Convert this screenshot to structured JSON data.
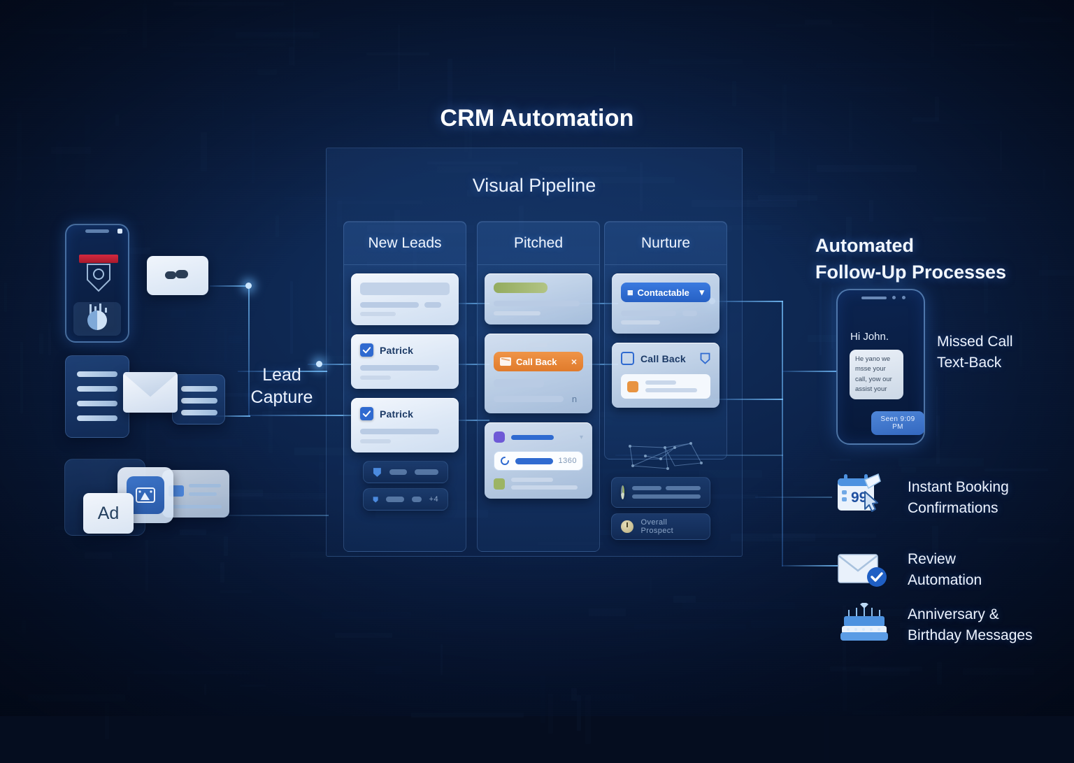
{
  "header": {
    "title": "CRM Automation"
  },
  "pipeline": {
    "subtitle": "Visual Pipeline",
    "columns": [
      {
        "name": "New Leads",
        "cards": [
          {
            "type": "placeholder"
          },
          {
            "type": "checkbox-name",
            "checked": true,
            "name": "Patrick"
          },
          {
            "type": "checkbox-name",
            "checked": true,
            "name": "Patrick"
          },
          {
            "type": "dark-row"
          },
          {
            "type": "dark-row",
            "meta": "+4"
          }
        ]
      },
      {
        "name": "Pitched",
        "cards": [
          {
            "type": "tag-green"
          },
          {
            "type": "tag-pill",
            "pill_label": "Call Back",
            "pill_color": "#e07b2c",
            "close": "×"
          },
          {
            "type": "progress",
            "progress_value": "1360"
          }
        ]
      },
      {
        "name": "Nurture",
        "cards": [
          {
            "type": "header-pill",
            "pill_label": "Contactable",
            "pill_color": "#2660c4"
          },
          {
            "type": "checkbox-name",
            "checked": false,
            "name": "Call Back"
          }
        ],
        "extra_rows": [
          {
            "icon": "pie-chart-icon"
          },
          {
            "icon": "clock-icon",
            "label": "Overall Prospect"
          }
        ]
      }
    ]
  },
  "lead_capture": {
    "label": "Lead\nCapture",
    "line1": "Lead",
    "line2": "Capture"
  },
  "sources": [
    {
      "name": "mobile-app-source",
      "icon": "shield-badge-icon"
    },
    {
      "name": "chat-source",
      "icon": "chat-bubble-icon"
    },
    {
      "name": "web-form-source",
      "icon": "form-icon"
    },
    {
      "name": "email-source",
      "icon": "envelope-icon"
    },
    {
      "name": "ads-source",
      "icon": "image-icon",
      "label": "Ad"
    }
  ],
  "followups": {
    "heading_line1": "Automated",
    "heading_line2": "Follow-Up Processes",
    "items": [
      {
        "icon": "smartphone-icon",
        "line1": "Missed Call",
        "line2": "Text-Back"
      },
      {
        "icon": "calendar-icon",
        "badge": "99",
        "line1": "Instant Booking",
        "line2": "Confirmations"
      },
      {
        "icon": "envelope-check-icon",
        "line1": "Review",
        "line2": "Automation"
      },
      {
        "icon": "birthday-cake-icon",
        "line1": "Anniversary &",
        "line2": "Birthday Messages"
      }
    ]
  },
  "phone_preview": {
    "greeting": "Hi John.",
    "message": "He yano we msse your call, yow our assist your",
    "status": "Seen 9:09 PM"
  },
  "colors": {
    "accent_blue": "#2f6ad0",
    "glow_blue": "#78c3ff",
    "orange": "#e07b2c",
    "green": "#9cb464",
    "background": "#071634"
  }
}
